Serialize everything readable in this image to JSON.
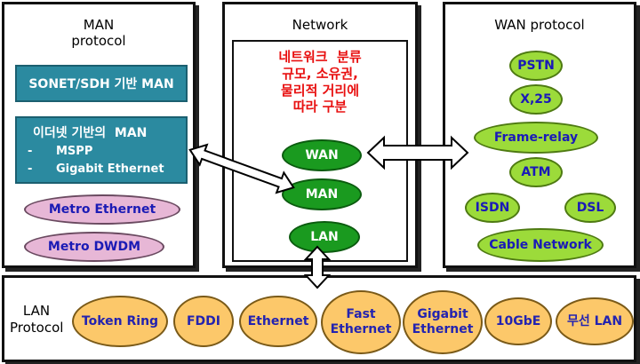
{
  "man_panel": {
    "title_line1": "MAN",
    "title_line2": "protocol",
    "sonet": "SONET/SDH 기반 MAN",
    "ethernet_box": {
      "title": "이더넷 기반의  MAN",
      "items": [
        {
          "bullet": "-",
          "label": "MSPP"
        },
        {
          "bullet": "-",
          "label": "Gigabit Ethernet"
        }
      ]
    },
    "metro_ethernet": "Metro Ethernet",
    "metro_dwdm": "Metro DWDM"
  },
  "network_panel": {
    "title": "Network",
    "desc_lines": [
      "네트워크  분류",
      "규모, 소유권,",
      "물리적 거리에",
      "따라 구분"
    ],
    "wan": "WAN",
    "man": "MAN",
    "lan": "LAN"
  },
  "wan_panel": {
    "title": "WAN protocol",
    "pstn": "PSTN",
    "x25": "X,25",
    "frame_relay": "Frame-relay",
    "atm": "ATM",
    "isdn": "ISDN",
    "dsl": "DSL",
    "cable": "Cable Network"
  },
  "lan_panel": {
    "title_line1": "LAN",
    "title_line2": "Protocol",
    "token_ring": "Token Ring",
    "fddi": "FDDI",
    "ethernet": "Ethernet",
    "fast_line1": "Fast",
    "fast_line2": "Ethernet",
    "gigabit_line1": "Gigabit",
    "gigabit_line2": "Ethernet",
    "tengbe": "10GbE",
    "wireless": "무선 LAN"
  }
}
